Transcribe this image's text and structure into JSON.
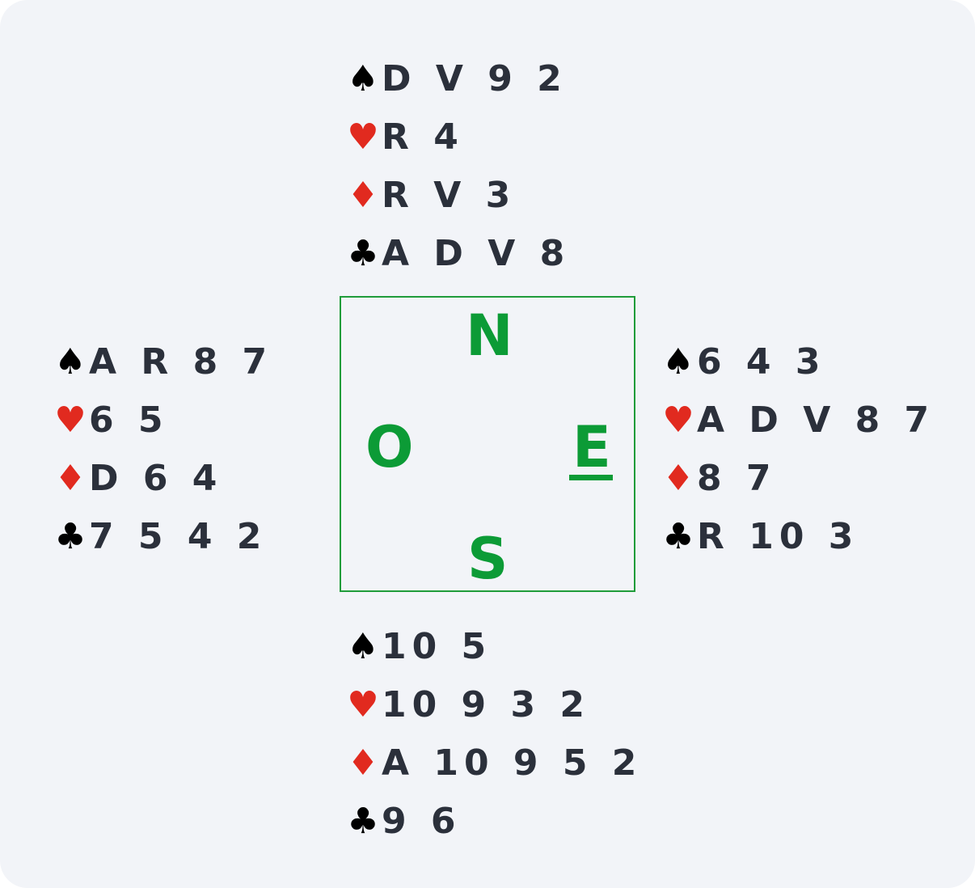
{
  "hands": {
    "north": {
      "spades": "D V 9 2",
      "hearts": "R 4",
      "diamonds": "R V 3",
      "clubs": "A D V 8"
    },
    "west": {
      "spades": "A R 8 7",
      "hearts": "6 5",
      "diamonds": "D 6 4",
      "clubs": "7 5 4 2"
    },
    "east": {
      "spades": "6 4 3",
      "hearts": "A D V 8 7",
      "diamonds": "8 7",
      "clubs": "R 10 3"
    },
    "south": {
      "spades": "10 5",
      "hearts": "10 9 3 2",
      "diamonds": "A 10 9 5 2",
      "clubs": "9 6"
    }
  },
  "suits": {
    "spades": "♠",
    "hearts": "♥",
    "diamonds": "♦",
    "clubs": "♣"
  },
  "compass": {
    "north": "N",
    "west": "O",
    "east": "E",
    "south": "S",
    "dealer": "E"
  },
  "colors": {
    "black_suit": "#000000",
    "red_suit": "#e12a1f",
    "compass_green": "#0c9b36",
    "card_text": "#2b303b",
    "background": "#f2f4f8"
  }
}
